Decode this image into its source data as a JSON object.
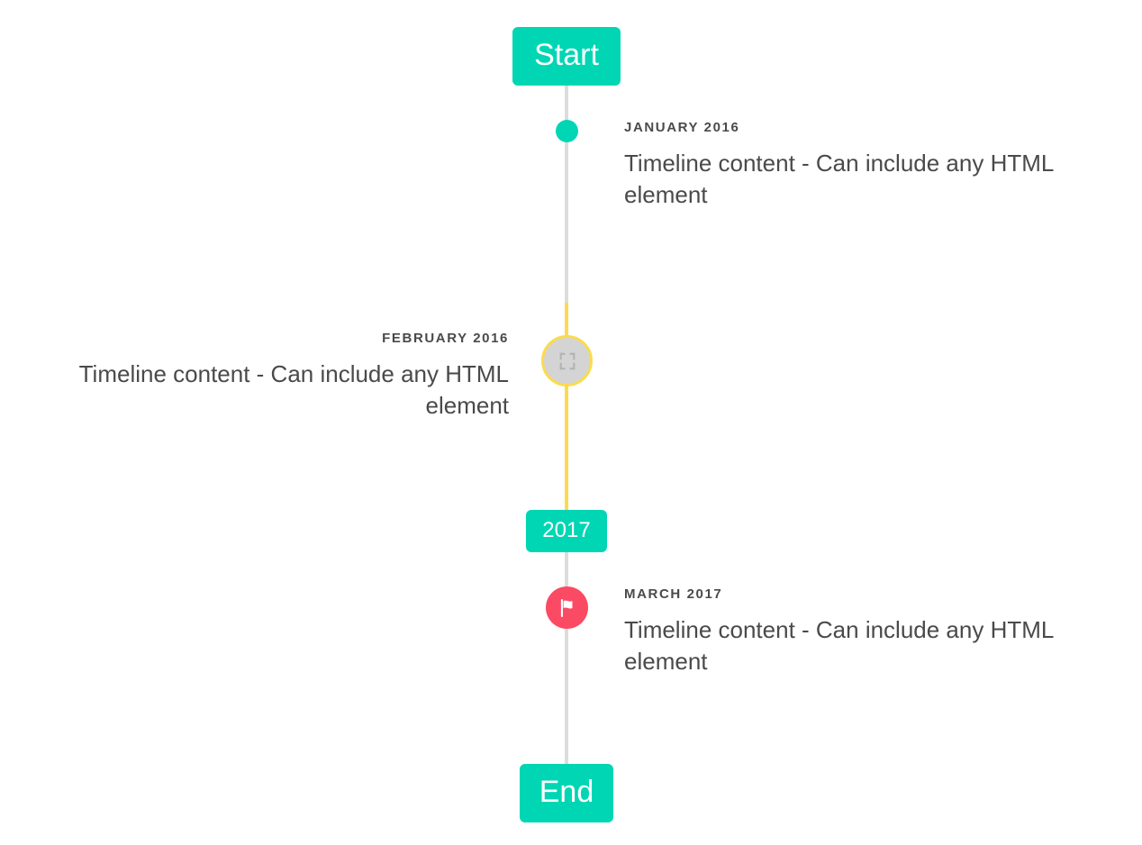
{
  "timeline": {
    "start_badge": {
      "label": "Start"
    },
    "mid_badge": {
      "label": "2017"
    },
    "end_badge": {
      "label": "End"
    },
    "colors": {
      "accent_teal": "#00d6b4",
      "accent_yellow": "#fadb4f",
      "accent_pink": "#fb4a63",
      "axis_gray": "#dcdcdc",
      "marker_gray": "#d4d4d4",
      "text": "#4a4a4a"
    },
    "entries": [
      {
        "date": "JANUARY 2016",
        "body": "Timeline content - Can include any HTML element",
        "side": "right",
        "marker": "dot-marker",
        "marker_color": "#00d6b4"
      },
      {
        "date": "FEBRUARY 2016",
        "body": "Timeline content - Can include any HTML element",
        "side": "left",
        "marker": "broken-image-icon",
        "marker_color": "#d4d4d4",
        "marker_ring_color": "#fadb4f"
      },
      {
        "date": "MARCH 2017",
        "body": "Timeline content - Can include any HTML element",
        "side": "right",
        "marker": "flag-icon",
        "marker_color": "#fb4a63"
      }
    ]
  }
}
